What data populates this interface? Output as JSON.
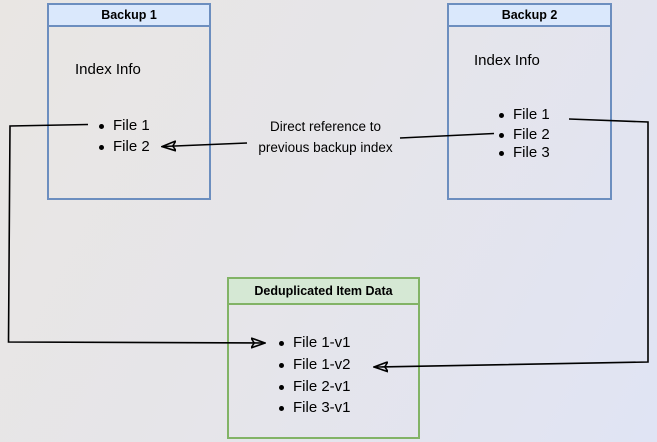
{
  "diagram": {
    "backup1": {
      "title": "Backup 1",
      "subtitle": "Index Info",
      "items": [
        "File 1",
        "File 2"
      ]
    },
    "backup2": {
      "title": "Backup 2",
      "subtitle": "Index Info",
      "items": [
        "File 1",
        "File 2",
        "File 3"
      ]
    },
    "dedup": {
      "title": "Deduplicated Item Data",
      "items": [
        "File 1-v1",
        "File 1-v2",
        "File 2-v1",
        "File 3-v1"
      ]
    },
    "annotation": {
      "line1": "Direct reference to",
      "line2": "previous backup index"
    }
  },
  "colors": {
    "background_start": "#e9e6e3",
    "background_end": "#e0e4f4",
    "backup_border": "#6c8ebf",
    "backup_header_fill": "#dae8fc",
    "dedup_border": "#82b366",
    "dedup_header_fill": "#d5e8d4",
    "arrow": "#000000",
    "text": "#000000"
  }
}
